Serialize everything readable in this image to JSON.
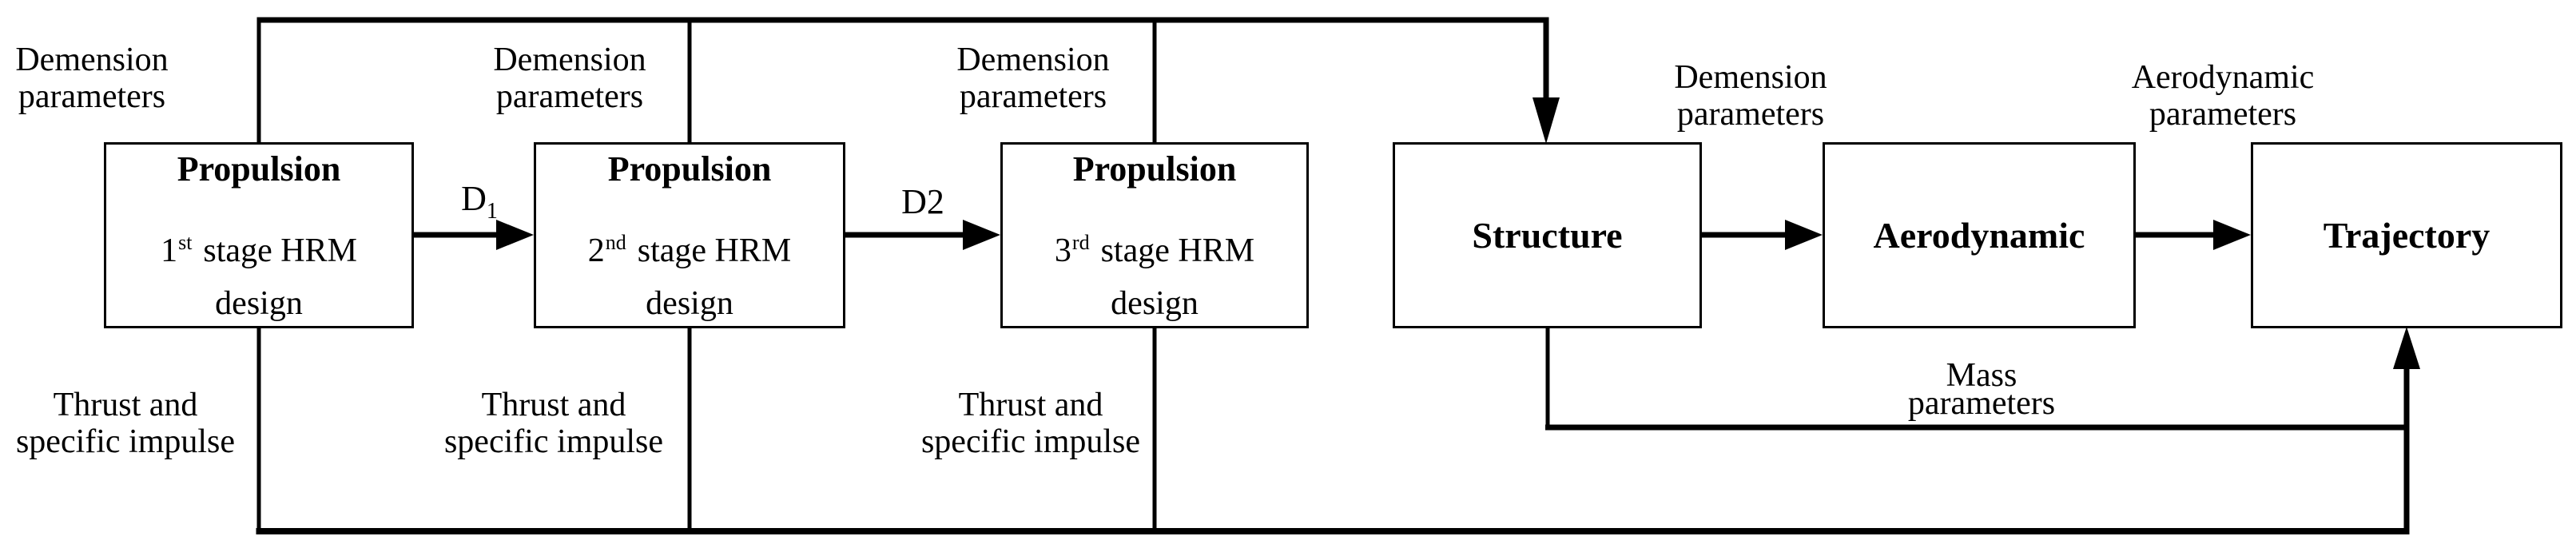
{
  "colors": {
    "background": "#ffffff",
    "line": "#000000",
    "text": "#000000"
  },
  "boxes": [
    {
      "title": "Propulsion",
      "stage_number": "1",
      "stage_ordinal": "st",
      "stage_text": "stage HRM",
      "footer": "design"
    },
    {
      "title": "Propulsion",
      "stage_number": "2",
      "stage_ordinal": "nd",
      "stage_text": "stage HRM",
      "footer": "design"
    },
    {
      "title": "Propulsion",
      "stage_number": "3",
      "stage_ordinal": "rd",
      "stage_text": "stage HRM",
      "footer": "design"
    },
    {
      "title": "Structure"
    },
    {
      "title": "Aerodynamic"
    },
    {
      "title": "Trajectory"
    }
  ],
  "labels": {
    "dimension1": {
      "line1": "Demension",
      "line2": "parameters"
    },
    "dimension2": {
      "line1": "Demension",
      "line2": "parameters"
    },
    "dimension3": {
      "line1": "Demension",
      "line2": "parameters"
    },
    "dimension4": {
      "line1": "Demension",
      "line2": "parameters"
    },
    "aerodynamic_params": {
      "line1": "Aerodynamic",
      "line2": "parameters"
    },
    "mass_params": {
      "line1": "Mass",
      "line2": "parameters"
    },
    "thrust1": {
      "line1": "Thrust and",
      "line2": "specific impulse"
    },
    "thrust2": {
      "line1": "Thrust and",
      "line2": "specific impulse"
    },
    "thrust3": {
      "line1": "Thrust and",
      "line2": "specific impulse"
    },
    "d1": {
      "base": "D",
      "sub": "1"
    },
    "d2": "D2"
  }
}
